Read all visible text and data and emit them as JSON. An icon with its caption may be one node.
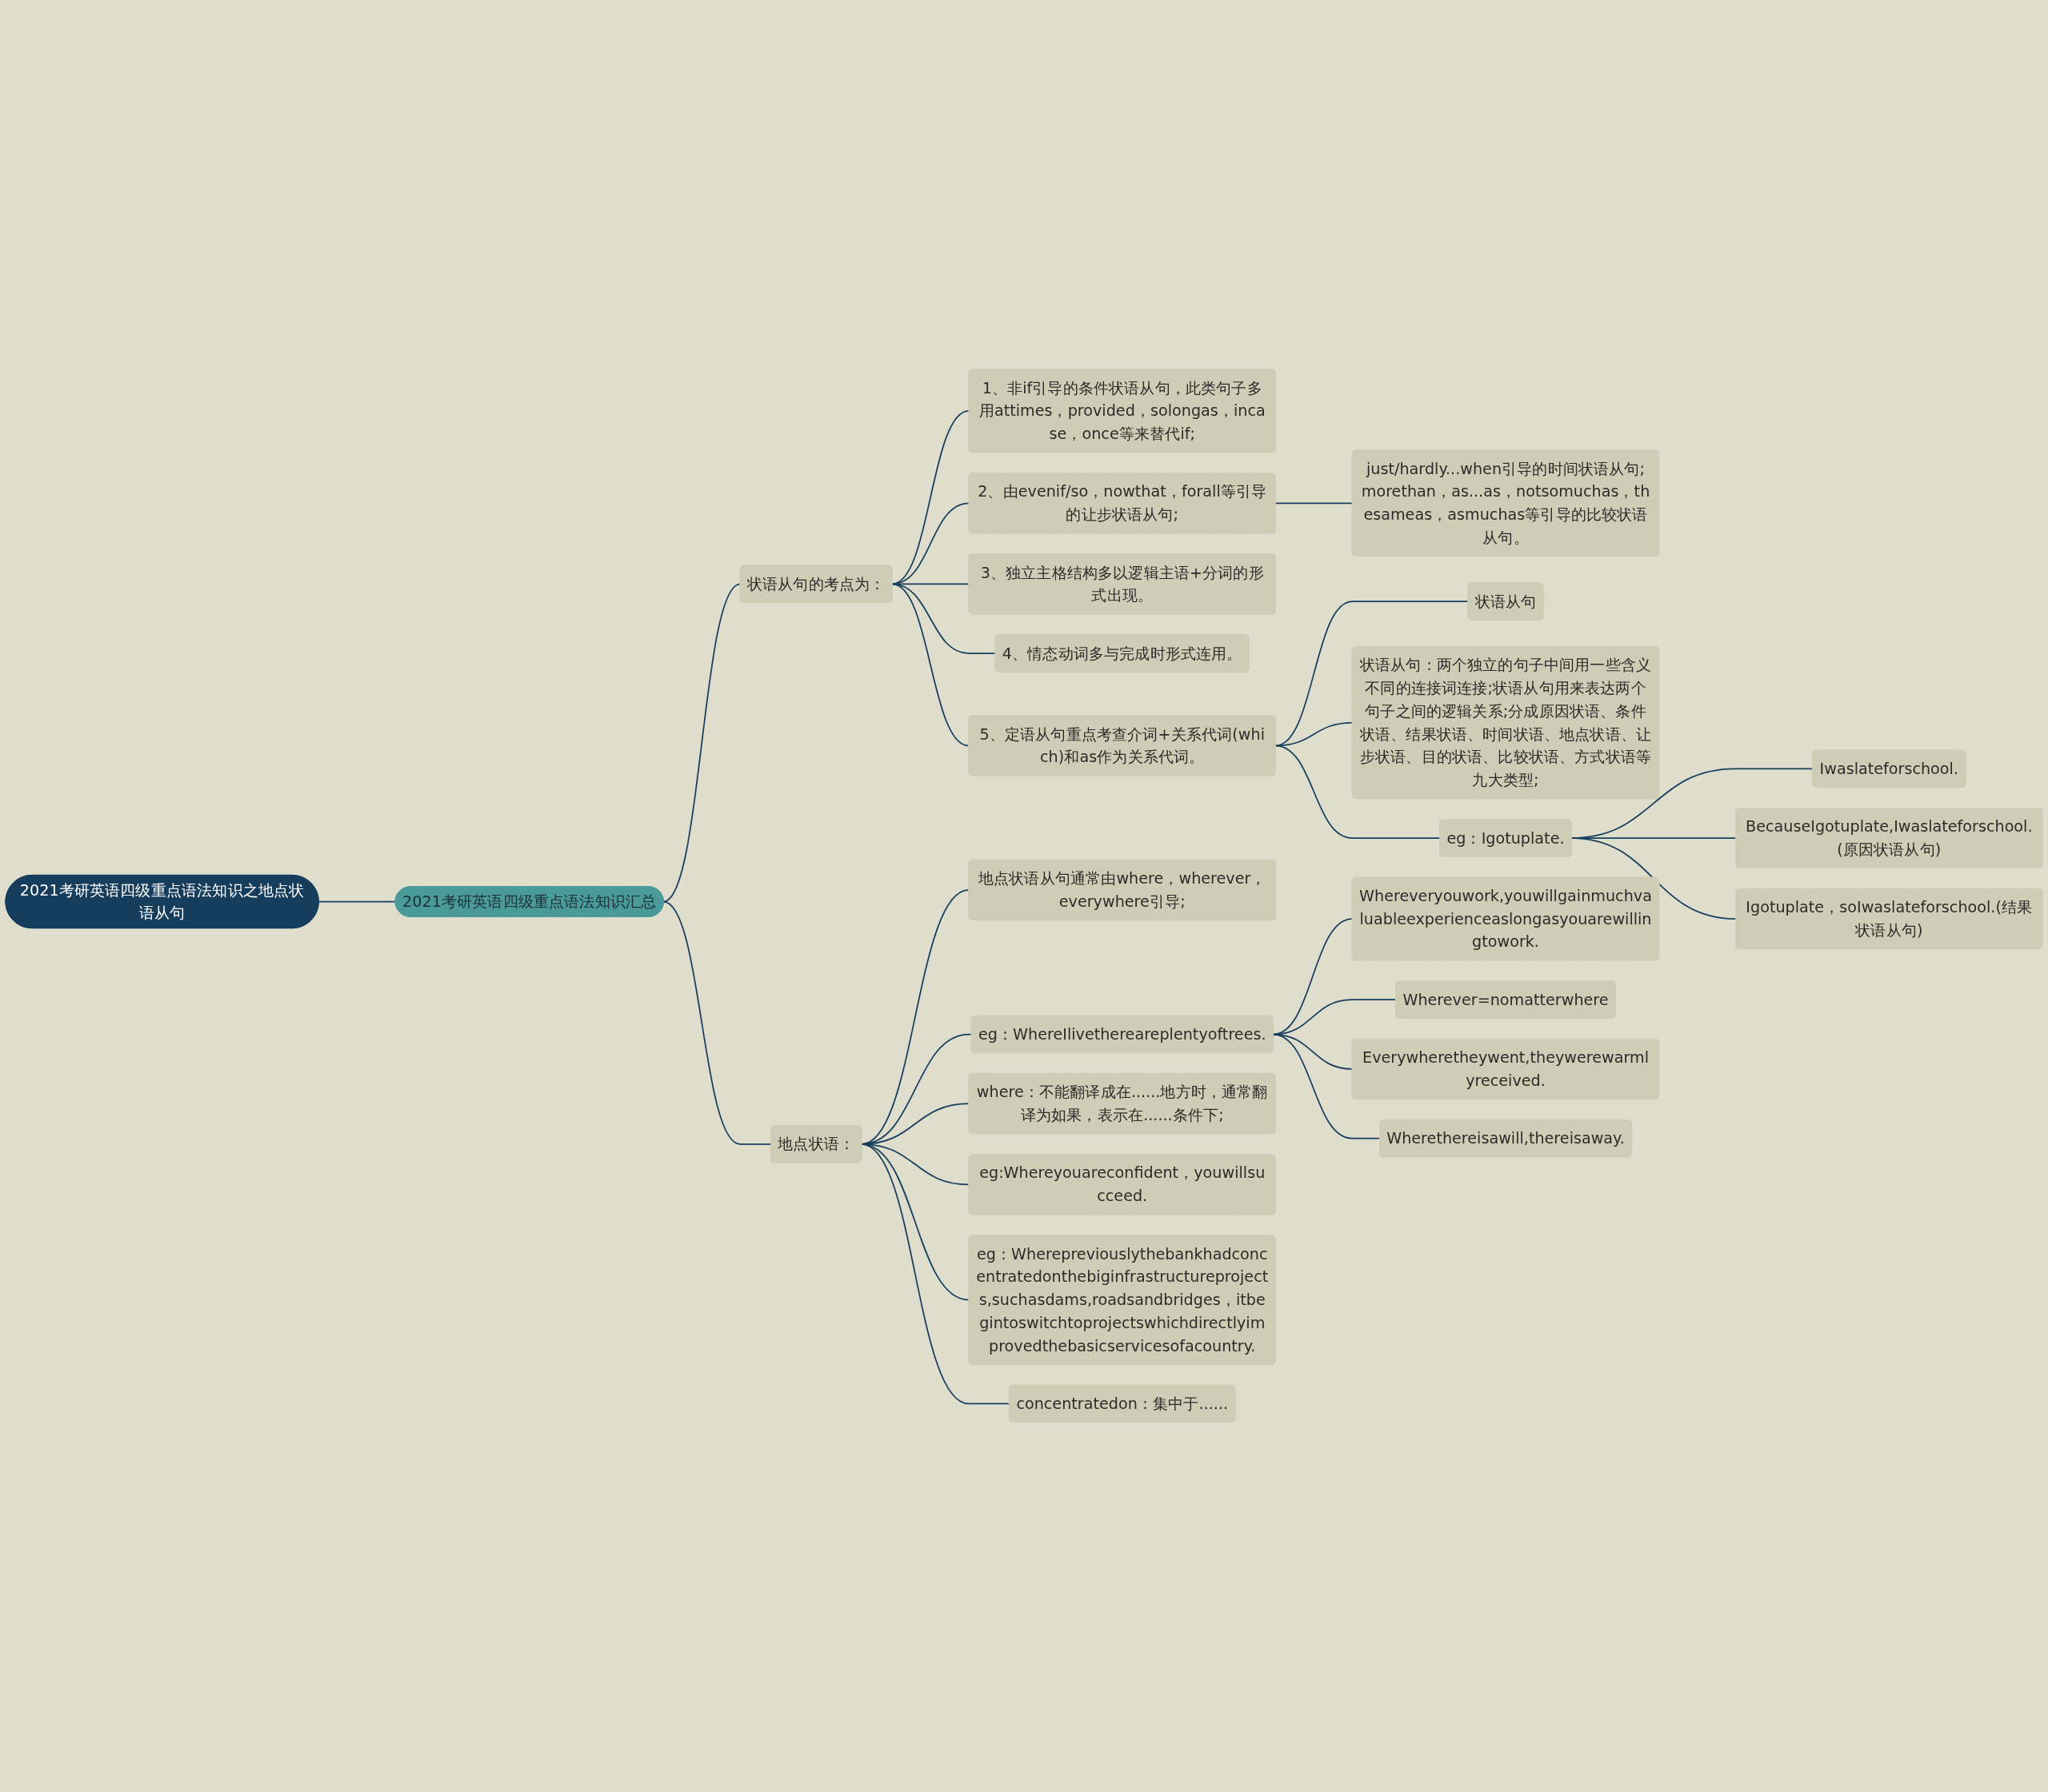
{
  "diagram": {
    "nodes": [
      {
        "text": [
          "2021考研英语四级重点语法知识之地点状语从句"
        ]
      },
      {
        "text": [
          "2021考研英语四级重点语法知识汇总"
        ]
      },
      {
        "text": [
          "状语从句的考点为："
        ]
      },
      {
        "text": [
          "1、非if引导的条件状语从句，此类句子多用attimes，provided，solongas，incase，once等来替代if;"
        ]
      },
      {
        "text": [
          "2、由evenif/so，nowthat，forall等引导的让步状语从句;"
        ]
      },
      {
        "text": [
          "just/hardly...when引导的时间状语从句;morethan，as...as，notsomuchas，thesameas，asmuchas等引导的比较状语从句。"
        ]
      },
      {
        "text": [
          "3、独立主格结构多以逻辑主语+分词的形式出现。"
        ]
      },
      {
        "text": [
          "4、情态动词多与完成时形式连用。"
        ]
      },
      {
        "text": [
          "5、定语从句重点考查介词+关系代词(which)和as作为关系代词。"
        ]
      },
      {
        "text": [
          "状语从句"
        ]
      },
      {
        "text": [
          "状语从句：两个独立的句子中间用一些含义不同的连接词连接;状语从句用来表达两个句子之间的逻辑关系;分成原因状语、条件状语、结果状语、时间状语、地点状语、让步状语、目的状语、比较状语、方式状语等九大类型;"
        ]
      },
      {
        "text": [
          "eg：Igotuplate."
        ]
      },
      {
        "text": [
          "Iwaslateforschool."
        ]
      },
      {
        "text": [
          "BecauseIgotuplate,Iwaslateforschool.(原因状语从句)"
        ]
      },
      {
        "text": [
          "Igotuplate，soIwaslateforschool.(结果状语从句)"
        ]
      },
      {
        "text": [
          "地点状语："
        ]
      },
      {
        "text": [
          "地点状语从句通常由where，wherever，everywhere引导;"
        ]
      },
      {
        "text": [
          "eg：WhereIlivethereareplentyoftrees."
        ]
      },
      {
        "text": [
          "Whereveryouwork,youwillgainmuchvaluableexperienceaslongasyouarewillingtowork."
        ]
      },
      {
        "text": [
          "Wherever=nomatterwhere"
        ]
      },
      {
        "text": [
          "Everywheretheywent,theywerewarmlyreceived."
        ]
      },
      {
        "text": [
          "Wherethereisawill,thereisaway."
        ]
      },
      {
        "text": [
          "where：不能翻译成在......地方时，通常翻译为如果，表示在......条件下;"
        ]
      },
      {
        "text": [
          "eg:Whereyouareconfident，youwillsucceed."
        ]
      },
      {
        "text": [
          "eg：Wherepreviouslythebankhadconcentratedonthebiginfrastructureprojects,suchasdams,roadsandbridges，itbegintoswitchtoprojectswhichdirectlyimprovedthebasicservicesofacountry."
        ]
      },
      {
        "text": [
          "concentratedon：集中于......"
        ]
      }
    ],
    "edges": [
      {
        "from": 0,
        "to": 1,
        "arrow": "none"
      },
      {
        "from": 1,
        "to": 2,
        "arrow": "none"
      },
      {
        "from": 2,
        "to": 3,
        "arrow": "none"
      },
      {
        "from": 2,
        "to": 4,
        "arrow": "none"
      },
      {
        "from": 4,
        "to": 5,
        "arrow": "none"
      },
      {
        "from": 2,
        "to": 6,
        "arrow": "none"
      },
      {
        "from": 2,
        "to": 7,
        "arrow": "none"
      },
      {
        "from": 2,
        "to": 8,
        "arrow": "none"
      },
      {
        "from": 8,
        "to": 9,
        "arrow": "none"
      },
      {
        "from": 8,
        "to": 10,
        "arrow": "none"
      },
      {
        "from": 8,
        "to": 11,
        "arrow": "none"
      },
      {
        "from": 11,
        "to": 12,
        "arrow": "none"
      },
      {
        "from": 11,
        "to": 13,
        "arrow": "none"
      },
      {
        "from": 11,
        "to": 14,
        "arrow": "none"
      },
      {
        "from": 1,
        "to": 15,
        "arrow": "none"
      },
      {
        "from": 15,
        "to": 16,
        "arrow": "none"
      },
      {
        "from": 15,
        "to": 17,
        "arrow": "none"
      },
      {
        "from": 17,
        "to": 18,
        "arrow": "none"
      },
      {
        "from": 17,
        "to": 19,
        "arrow": "none"
      },
      {
        "from": 17,
        "to": 20,
        "arrow": "none"
      },
      {
        "from": 17,
        "to": 21,
        "arrow": "none"
      },
      {
        "from": 15,
        "to": 22,
        "arrow": "none"
      },
      {
        "from": 15,
        "to": 23,
        "arrow": "none"
      },
      {
        "from": 15,
        "to": 24,
        "arrow": "none"
      },
      {
        "from": 15,
        "to": 25,
        "arrow": "none"
      }
    ]
  }
}
